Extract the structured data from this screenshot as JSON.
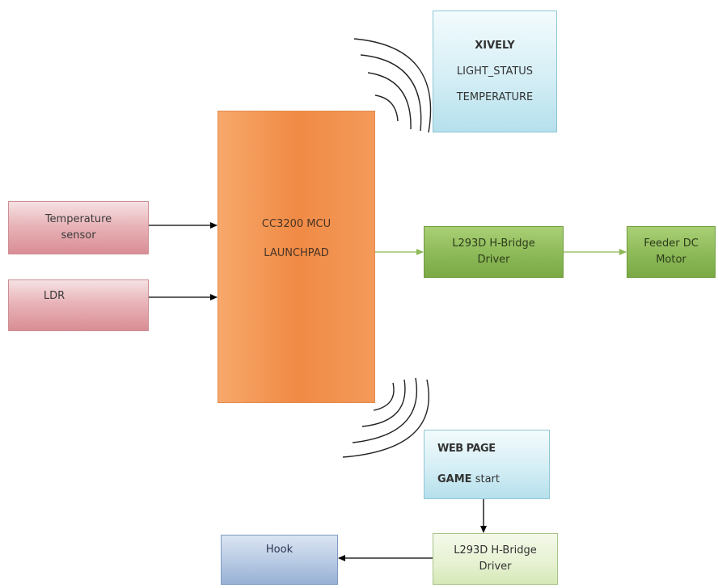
{
  "blocks": {
    "temp_sensor": {
      "line1": "Temperature",
      "line2": "sensor"
    },
    "ldr": {
      "label": "LDR"
    },
    "mcu": {
      "line1": "CC3200 MCU",
      "line2": "LAUNCHPAD"
    },
    "xively": {
      "title": "XIVELY",
      "item1": "LIGHT_STATUS",
      "item2": "TEMPERATURE"
    },
    "hbridge_top": {
      "line1": "L293D H-Bridge",
      "line2": "Driver"
    },
    "feeder_motor": {
      "line1": "Feeder DC",
      "line2": "Motor"
    },
    "webpage": {
      "title": "WEB PAGE",
      "game_bold": "GAME",
      "game_rest": "start"
    },
    "hbridge_bottom": {
      "line1": "L293D H-Bridge",
      "line2": "Driver"
    },
    "hook": {
      "label": "Hook"
    }
  },
  "colors": {
    "sensor_fill": "#e8b4b9",
    "mcu_fill": "#f08a45",
    "driver_fill": "#8db958",
    "cloud_fill": "#d5eef5",
    "hook_fill": "#b7c9e3",
    "arrow_black": "#000000",
    "arrow_green": "#8db958"
  }
}
